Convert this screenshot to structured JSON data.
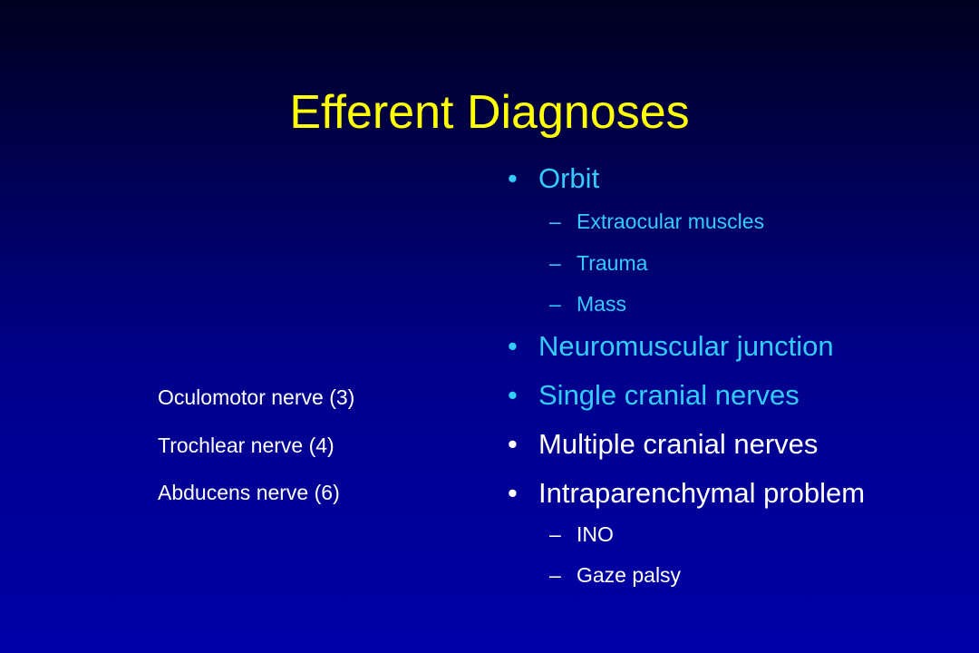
{
  "slide": {
    "title": "Efferent Diagnoses",
    "left_list": [
      "Oculomotor nerve (3)",
      "Trochlear nerve (4)",
      "Abducens nerve (6)"
    ],
    "bullet_glyph": "•",
    "dash_glyph": "–",
    "items": [
      {
        "label": "Orbit",
        "color": "#33ccff",
        "subitems": [
          "Extraocular muscles",
          "Trauma",
          "Mass"
        ]
      },
      {
        "label": "Neuromuscular junction",
        "color": "#33ccff",
        "subitems": []
      },
      {
        "label": "Single cranial nerves",
        "color": "#33ccff",
        "subitems": []
      },
      {
        "label": "Multiple cranial nerves",
        "color": "#ffffff",
        "subitems": []
      },
      {
        "label": "Intraparenchymal problem",
        "color": "#ffffff",
        "subitems": [
          "INO",
          "Gaze palsy"
        ]
      }
    ]
  }
}
